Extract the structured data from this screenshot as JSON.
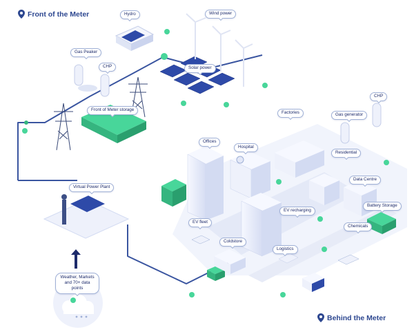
{
  "header": {
    "front_title": "Front of the Meter"
  },
  "footer": {
    "behind_title": "Behind the Meter"
  },
  "labels": {
    "hydro": "Hydro",
    "wind_power": "Wind power",
    "gas_peaker": "Gas Peaker",
    "chp_left": "CHP",
    "solar_power": "Solar power",
    "front_storage": "Front of Meter storage",
    "factories": "Factories",
    "gas_generator": "Gas generator",
    "chp_right": "CHP",
    "offices": "Offices",
    "hospital": "Hospital",
    "residential": "Residential",
    "data_centre": "Data Centre",
    "virtual_power_plant": "Virtual Power Plant",
    "battery_storage": "Battery Storage",
    "ev_recharging": "EV recharging",
    "ev_fleet": "EV fleet",
    "chemicals": "Chemicals",
    "coldstore": "Coldstore",
    "logistics": "Logistics",
    "weather": "Weather, Markets and 70+ data points"
  },
  "colors": {
    "brand_navy": "#2d4790",
    "line_blue": "#3a55a0",
    "panel_blue": "#2e4aa8",
    "accent_green": "#48d69a",
    "building_white": "#eef1fb"
  }
}
